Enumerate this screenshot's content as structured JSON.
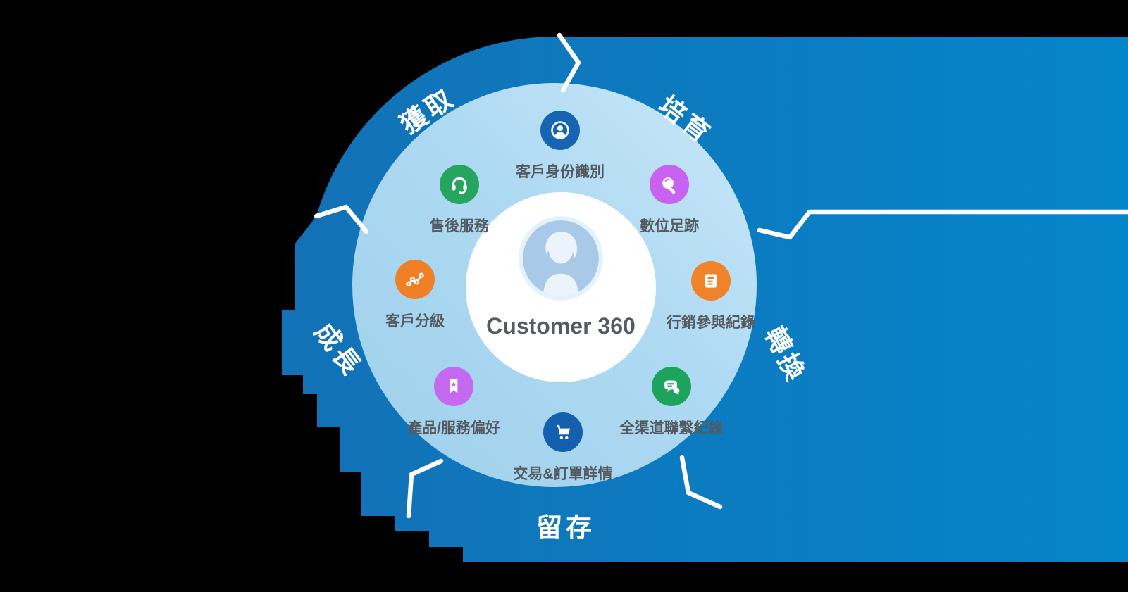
{
  "diagram": {
    "center": {
      "title": "Customer 360"
    },
    "stages": [
      {
        "id": "acquire",
        "label": "獲取"
      },
      {
        "id": "nurture",
        "label": "培育"
      },
      {
        "id": "convert",
        "label": "轉換"
      },
      {
        "id": "retain",
        "label": "留存"
      },
      {
        "id": "grow",
        "label": "成長"
      }
    ],
    "attributes": [
      {
        "id": "identity",
        "label": "客戶身份識別",
        "icon": "person-badge-icon",
        "color": "#1565b3"
      },
      {
        "id": "service",
        "label": "售後服務",
        "icon": "headset-icon",
        "color": "#25a55e"
      },
      {
        "id": "footprint",
        "label": "數位足跡",
        "icon": "magnifier-icon",
        "color": "#c763f0"
      },
      {
        "id": "tiering",
        "label": "客戶分級",
        "icon": "trend-line-icon",
        "color": "#f08026"
      },
      {
        "id": "marketing",
        "label": "行銷參與紀錄",
        "icon": "document-icon",
        "color": "#f0832a"
      },
      {
        "id": "preference",
        "label": "產品/服務偏好",
        "icon": "bookmark-star-icon",
        "color": "#c56af0"
      },
      {
        "id": "omnichannel",
        "label": "全渠道聯繫紀錄",
        "icon": "chat-bubbles-icon",
        "color": "#1ea35c"
      },
      {
        "id": "transaction",
        "label": "交易&訂單詳情",
        "icon": "shopping-cart-icon",
        "color": "#1460ae"
      }
    ],
    "colors": {
      "background": "#000000",
      "ring_dark_blue_left": "#1371b6",
      "ring_dark_blue_right": "#0585ca",
      "disc_light_blue": "#a3d3ee",
      "disc_light_blue_highlight": "#c9e8f9",
      "center_circle": "#ffffff",
      "avatar_background": "#a9c9e9",
      "avatar_silhouette": "#ecf3fb",
      "divider_lines": "#ffffff",
      "stage_text": "#ffffff",
      "attribute_text": "#54595f"
    }
  }
}
